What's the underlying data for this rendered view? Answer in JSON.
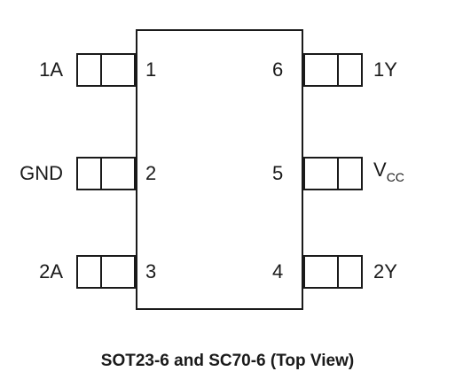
{
  "pins": [
    {
      "number": "1",
      "label": "1A"
    },
    {
      "number": "2",
      "label": "GND"
    },
    {
      "number": "3",
      "label": "2A"
    },
    {
      "number": "4",
      "label": "2Y"
    },
    {
      "number": "5",
      "label": "V",
      "label_sub": "CC"
    },
    {
      "number": "6",
      "label": "1Y"
    }
  ],
  "caption": "SOT23-6 and SC70-6 (Top View)"
}
